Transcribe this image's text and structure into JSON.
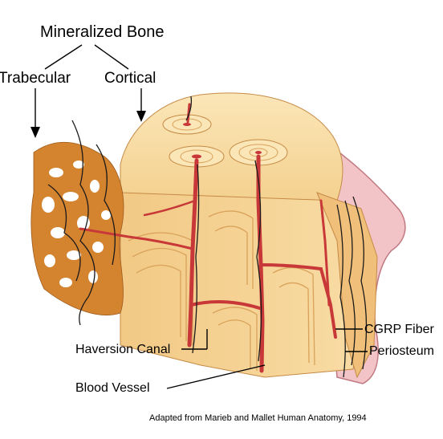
{
  "diagram": {
    "title": "Mineralized Bone",
    "branches": [
      "Trabecular",
      "Cortical"
    ],
    "labels": {
      "haversian_canal": "Haversion Canal",
      "blood_vessel": "Blood Vessel",
      "cgrp_fiber": "CGRP Fiber",
      "periosteum": "Periosteum"
    },
    "credit": "Adapted from Marieb and Mallet Human Anatomy, 1994"
  },
  "colors": {
    "bone": "#f6d79a",
    "bone_shade": "#e7b46b",
    "bone_rings": "#d9a25a",
    "trabecular": "#cf7d2e",
    "blood_vessel": "#c83838",
    "nerve_fiber": "#1a1a1a",
    "periosteum": "#f0b8c0"
  }
}
